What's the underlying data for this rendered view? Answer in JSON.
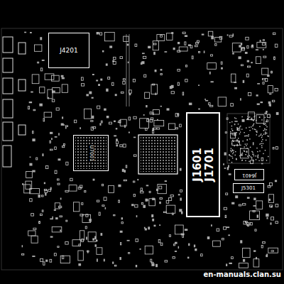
{
  "diagram": {
    "nodes": [
      {
        "text": [
          "J4201"
        ]
      },
      {
        "text": [
          "U7001"
        ]
      },
      {
        "text": [
          "J1601",
          "J1701"
        ]
      },
      {
        "text": [
          "J6401"
        ]
      },
      {
        "text": [
          "J5301"
        ]
      }
    ],
    "labels": [
      "en-manuals.clan.su"
    ]
  }
}
